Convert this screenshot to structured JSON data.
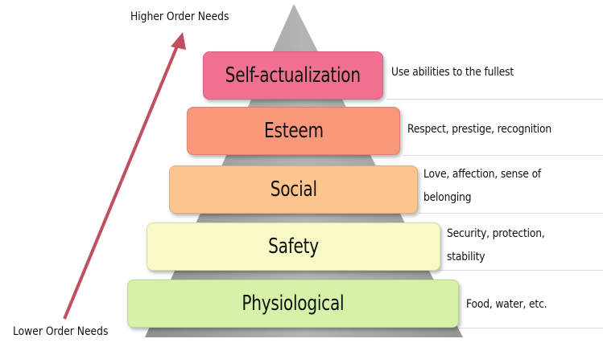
{
  "diagram": {
    "levels": [
      {
        "label": "Self-actualization",
        "description_lines": [
          "Use abilities to the fullest"
        ],
        "color": "#F17091"
      },
      {
        "label": "Esteem",
        "description_lines": [
          "Respect, prestige, recognition"
        ],
        "color": "#F9977B"
      },
      {
        "label": "Social",
        "description_lines": [
          "Love, affection, sense of",
          "belonging"
        ],
        "color": "#FCC48E"
      },
      {
        "label": "Safety",
        "description_lines": [
          "Security, protection,",
          "stability"
        ],
        "color": "#F8F9C6"
      },
      {
        "label": "Physiological",
        "description_lines": [
          "Food, water, etc."
        ],
        "color": "#D6F2A8"
      }
    ],
    "higher_label": "Higher Order Needs",
    "lower_label": "Lower Order Needs",
    "arrow_color": "#C0505F",
    "pyramid_color": "#A6A6A6"
  }
}
